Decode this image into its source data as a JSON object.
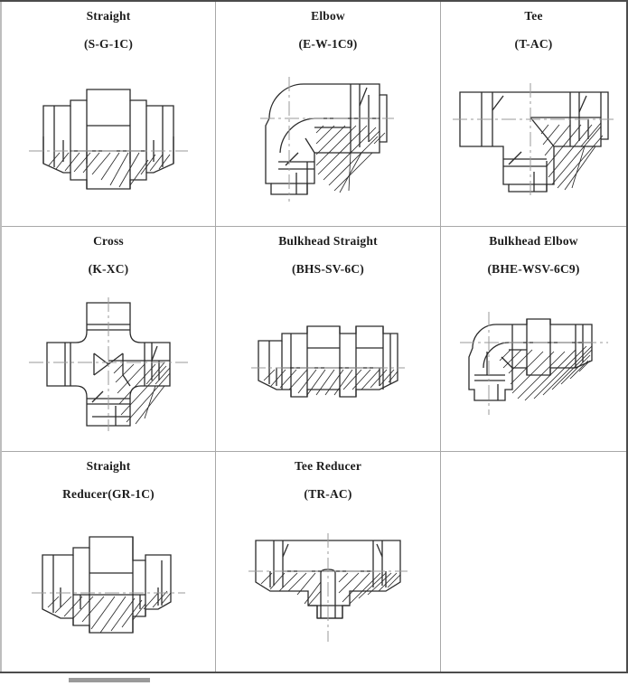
{
  "document": {
    "kind": "product-specification-table",
    "columns": 3,
    "rows": 3,
    "line_color": "#2b2b2b",
    "hatch_color": "#2b2b2b",
    "centerline_color": "#9a9a9a",
    "border_color": "#a8a8a8",
    "outer_border_color": "#4c4c4c",
    "text_color": "#1c1c1c"
  },
  "cells": [
    {
      "id": "straight",
      "title": "Straight",
      "code": "(S-G-1C)",
      "drawing": "straight-union-fitting",
      "empty": false
    },
    {
      "id": "elbow",
      "title": "Elbow",
      "code": "(E-W-1C9)",
      "drawing": "90-degree-elbow-fitting",
      "empty": false
    },
    {
      "id": "tee",
      "title": "Tee",
      "code": "(T-AC)",
      "drawing": "tee-fitting",
      "empty": false
    },
    {
      "id": "cross",
      "title": "Cross",
      "code": "(K-XC)",
      "drawing": "cross-fitting",
      "empty": false
    },
    {
      "id": "bulkhead-straight",
      "title": "Bulkhead Straight",
      "code": "(BHS-SV-6C)",
      "drawing": "bulkhead-straight-fitting",
      "empty": false
    },
    {
      "id": "bulkhead-elbow",
      "title": "Bulkhead Elbow",
      "code": "(BHE-WSV-6C9)",
      "drawing": "bulkhead-elbow-fitting",
      "empty": false
    },
    {
      "id": "straight-reducer",
      "title": "Straight",
      "code": "Reducer(GR-1C)",
      "drawing": "straight-reducer-fitting",
      "empty": false
    },
    {
      "id": "tee-reducer",
      "title": "Tee Reducer",
      "code": "(TR-AC)",
      "drawing": "tee-reducer-fitting",
      "empty": false
    },
    {
      "id": "blank",
      "title": "",
      "code": "",
      "drawing": "",
      "empty": true
    }
  ]
}
